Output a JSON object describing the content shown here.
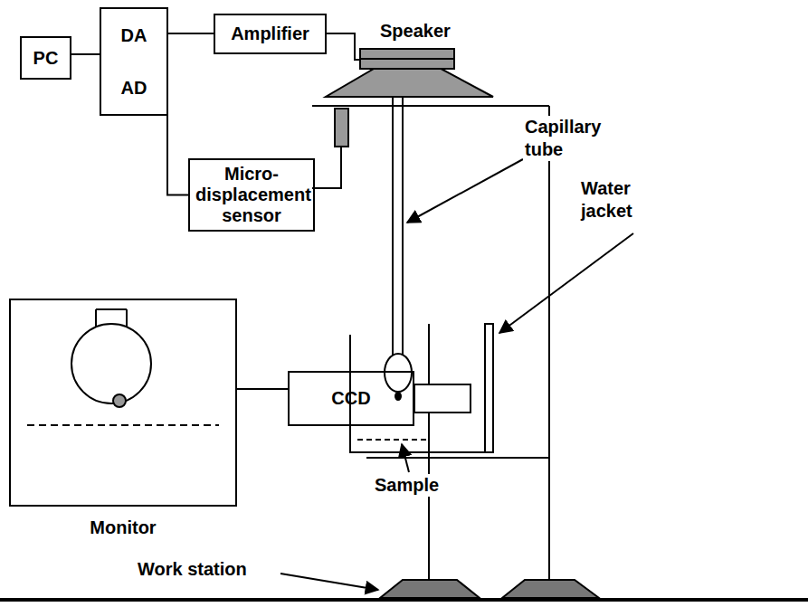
{
  "diagram": {
    "nodes": [
      {
        "text": [
          "PC"
        ]
      },
      {
        "text": [
          "DA",
          "AD"
        ]
      },
      {
        "text": [
          "Amplifier"
        ]
      },
      {
        "text": [
          "Micro-displacement sensor"
        ]
      },
      {
        "text": [
          "CCD"
        ]
      },
      {
        "text": [
          "Monitor"
        ]
      }
    ],
    "edges": [
      {
        "from": 0,
        "to": 1,
        "arrow": "none"
      },
      {
        "from": 1,
        "to": 2,
        "arrow": "none"
      },
      {
        "from": 1,
        "to": 3,
        "arrow": "none"
      },
      {
        "from": 5,
        "to": 4,
        "arrow": "none"
      }
    ],
    "labels": [
      "Speaker",
      "Capillary tube",
      "Water jacket",
      "Sample",
      "Work station"
    ]
  }
}
